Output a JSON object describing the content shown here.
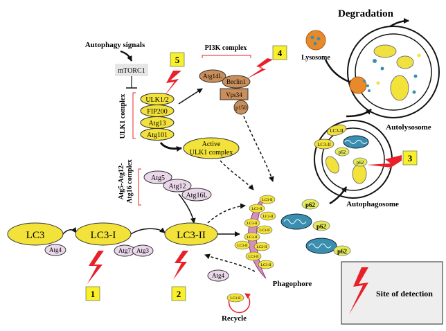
{
  "title": "Degradation",
  "signals": {
    "autophagy_signals": "Autophagy signals",
    "mtorc1": "mTORC1"
  },
  "ulk1": {
    "complex_label": "ULK1 complex",
    "components": [
      "ULK1/2",
      "FIP200",
      "Atg13",
      "Atg101"
    ],
    "active_line1": "Active",
    "active_line2": "ULK1 complex"
  },
  "pi3k": {
    "complex_label": "PI3K complex",
    "components": [
      "Atg14L",
      "Beclin1",
      "Vps34",
      "p150"
    ]
  },
  "atg5": {
    "complex_label_line1": "Atg5-Atg12-",
    "complex_label_line2": "Atg16 complex",
    "components": [
      "Atg5",
      "Atg12",
      "Atg16L"
    ]
  },
  "lc3_chain": {
    "lc3": "LC3",
    "lc3_i": "LC3-I",
    "lc3_ii": "LC3-II"
  },
  "enzymes": {
    "atg4": "Atg4",
    "atg7": "Atg7",
    "atg3": "Atg3",
    "atg4_recycle": "Atg4"
  },
  "membrane": {
    "lc3_tag": "LC3-II",
    "p62": "p62",
    "phagophore": "Phagophore",
    "recycle": "Recycle"
  },
  "vesicles": {
    "lysosome": "Lysosome",
    "autolysosome": "Autolysosome",
    "autophagosome": "Autophagosome"
  },
  "detection_sites": [
    "1",
    "2",
    "3",
    "4",
    "5"
  ],
  "legend": {
    "label": "Site of detection"
  },
  "colors": {
    "yellow": "#f2e23a",
    "pink": "#ead7ea",
    "brown": "#c98e5a",
    "red": "#e8202a",
    "teal": "#3a8fb0",
    "orange": "#e98a2a",
    "phagophore": "#d58fbf"
  }
}
